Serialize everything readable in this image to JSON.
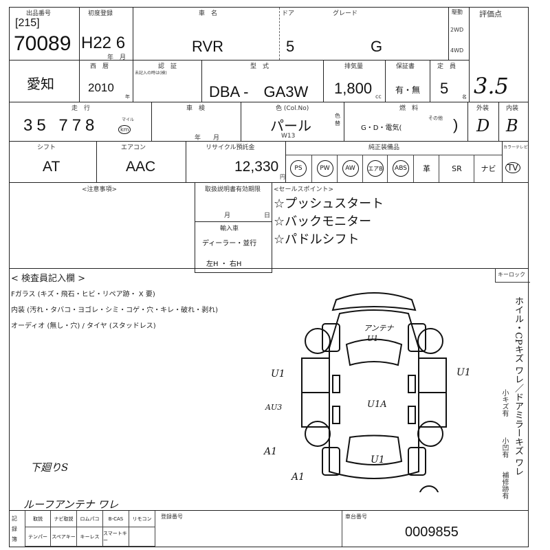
{
  "row1": {
    "lot_label": "出品番号",
    "lot_prefix": "[215]",
    "lot_number": "70089",
    "reg_label": "初度登録",
    "reg_value": "H22 6",
    "reg_unit": "年　月",
    "name_label": "車　名",
    "name_value": "RVR",
    "door_label": "ドア",
    "door_value": "5",
    "grade_label": "グレード",
    "grade_value": "G",
    "drive_label": "駆動",
    "drive_2wd": "2WD",
    "drive_4wd": "4WD",
    "score_label": "評価点",
    "score_value": "3.5"
  },
  "row2": {
    "region": "愛知",
    "year_label": "西　暦",
    "year_value": "2010",
    "year_unit": "年",
    "cert_label": "認　証",
    "cert_sub": "未記入の時は(検)",
    "model_label": "型　式",
    "model_value": "DBA -　GA3W",
    "disp_label": "排気量",
    "disp_value": "1,800",
    "disp_unit": "cc",
    "warranty_label": "保証書",
    "warranty_value": "有・無",
    "cap_label": "定　員",
    "cap_value": "5",
    "cap_unit": "名"
  },
  "row3": {
    "mileage_label": "走　行",
    "mileage_value": "35 778",
    "mileage_unit_mile": "マイル",
    "mileage_unit_km": "km",
    "shaken_label": "車　検",
    "shaken_unit": "年　　月",
    "color_label": "色 (Col.No)",
    "color_value": "パール",
    "color_code": "W13",
    "color_change": "色替",
    "fuel_label": "燃　料",
    "fuel_value": "G・D・電気(",
    "fuel_other": "その他",
    "fuel_close": ")",
    "ext_label": "外装",
    "ext_value": "D",
    "int_label": "内装",
    "int_value": "B"
  },
  "row4": {
    "shift_label": "シフト",
    "shift_value": "AT",
    "ac_label": "エアコン",
    "ac_value": "AAC",
    "recycle_label": "リサイクル預託金",
    "recycle_value": "12,330",
    "recycle_unit": "円",
    "equip_label": "純正装備品",
    "equipment": [
      "PS",
      "PW",
      "AW",
      "エアB",
      "ABS",
      "革",
      "SR",
      "ナビ"
    ],
    "tv_label": "カラーテレビ",
    "tv_value": "TV"
  },
  "row5": {
    "notes_label": "<注意事項>",
    "record_label": "取扱説明書有効期限",
    "month": "月",
    "day": "日",
    "import_label": "輸入車",
    "import_value": "ディーラー・並行",
    "handle_value": "左H ・ 右H",
    "sales_label": "<セールスポイント>",
    "sales_points": [
      "☆プッシュスタート",
      "☆バックモニター",
      "☆パドルシフト"
    ]
  },
  "inspection": {
    "title": "< 検査員記入欄 >",
    "line1": "Fガラス (キズ・飛石・ヒビ・リペア跡・ X 要)",
    "line2": "内装 (汚れ・タバコ・ヨゴレ・シミ・コゲ・穴・キレ・破れ・剥れ)",
    "line3": "オーディオ (無し・穴) / タイヤ (スタッドレス)",
    "keylock": "キーロック",
    "side_note": "ホイル・CPキズ ワレ／ドアミラーキズ ワレ",
    "side_notes2": [
      "小キズ有",
      "小凹有",
      "補修跡有"
    ],
    "marks": {
      "roof": "アンテナ",
      "u1_roof": "U1",
      "u1_right": "U1",
      "u1_left": "U1",
      "u1a": "U1A",
      "au3": "AU3",
      "a1_1": "A1",
      "a1_2": "A1",
      "u1_rear": "U1",
      "sill": "下廻りS",
      "antenna": "ルーフアンテナ ワレ"
    }
  },
  "bottom": {
    "equip_top": [
      "取説",
      "ナビ取説",
      "ロムパコ",
      "B-CAS",
      "リモコン"
    ],
    "equip_bottom": [
      "テンパー",
      "スペアキー",
      "キーレス",
      "スマートキー"
    ],
    "side": "記録簿",
    "reg_label": "登録番号",
    "chassis_label": "車台番号",
    "chassis_value": "0009855"
  }
}
